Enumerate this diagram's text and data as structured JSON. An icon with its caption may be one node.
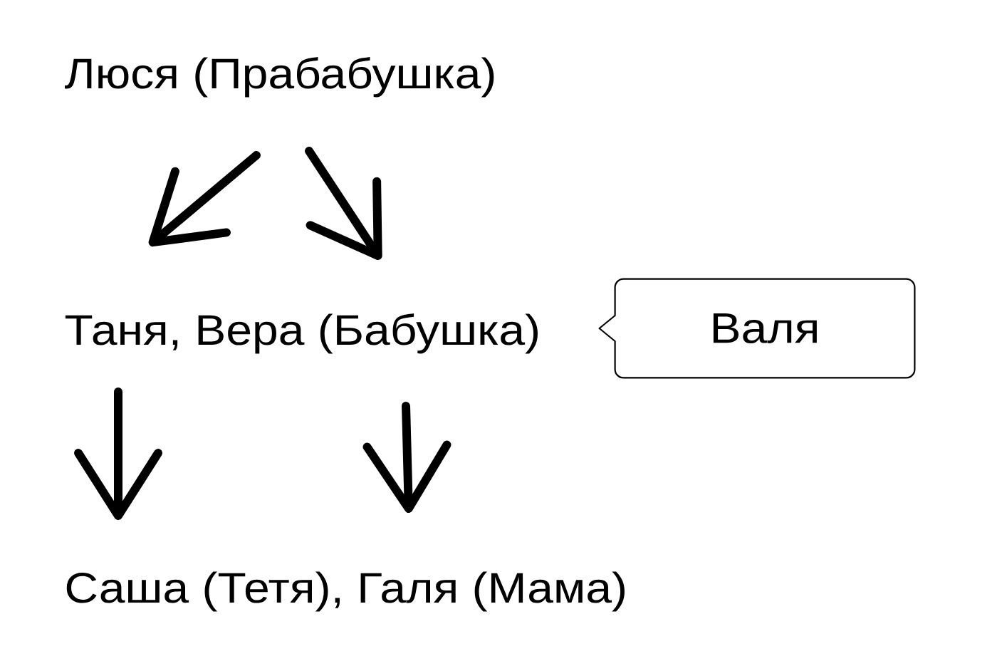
{
  "diagram": {
    "nodes": [
      {
        "text": [
          "Люся (Прабабушка)"
        ]
      },
      {
        "text": [
          "Таня, Вера (Бабушка)"
        ]
      },
      {
        "text": [
          "Саша (Тетя), Галя (Мама)"
        ]
      },
      {
        "text": [
          "Валя"
        ]
      }
    ],
    "edges": [
      {
        "from": 0,
        "to": 1,
        "arrow": "to"
      },
      {
        "from": 0,
        "to": 1,
        "arrow": "to"
      },
      {
        "from": 1,
        "to": 2,
        "arrow": "to"
      },
      {
        "from": 1,
        "to": 2,
        "arrow": "to"
      }
    ]
  }
}
